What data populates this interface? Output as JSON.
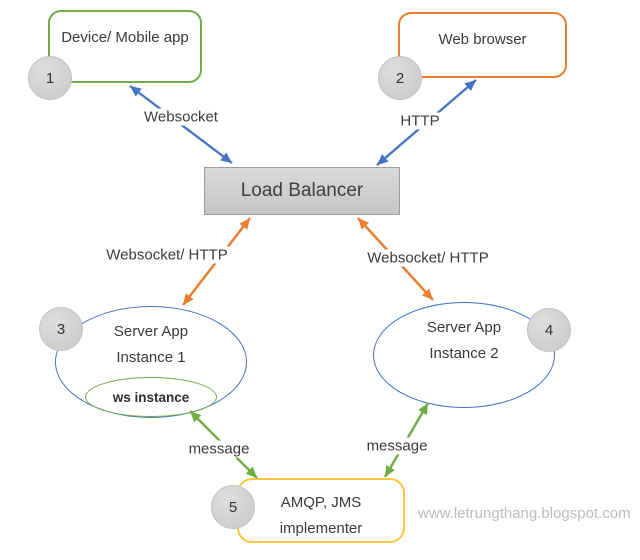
{
  "colors": {
    "green": "#70AD47",
    "orange": "#ED7D31",
    "blue": "#4472C4",
    "gold": "#FFC53D",
    "node_gray_fill": "#D0CECE",
    "load_balancer_fill": "#D9D9D9",
    "watermark_gray": "#BDBDBD"
  },
  "nodes": {
    "device": {
      "label": "Device/ Mobile app",
      "badge": "1"
    },
    "web_browser": {
      "label": "Web browser",
      "badge": "2"
    },
    "load_balancer": {
      "label": "Load Balancer"
    },
    "server_instance_1": {
      "line1": "Server App",
      "line2": "Instance 1",
      "badge": "3"
    },
    "ws_instance": {
      "label": "ws instance"
    },
    "server_instance_2": {
      "line1": "Server App",
      "line2": "Instance 2",
      "badge": "4"
    },
    "amqp_implementer": {
      "line1": "AMQP, JMS",
      "line2": "implementer",
      "badge": "5"
    }
  },
  "edges": {
    "device_to_lb": {
      "label": "Websocket"
    },
    "browser_to_lb": {
      "label": "HTTP"
    },
    "lb_to_server1": {
      "label": "Websocket/ HTTP"
    },
    "lb_to_server2": {
      "label": "Websocket/ HTTP"
    },
    "server1_to_amqp": {
      "label": "message"
    },
    "server2_to_amqp": {
      "label": "message"
    }
  },
  "watermark": "www.letrungthang.blogspot.com"
}
